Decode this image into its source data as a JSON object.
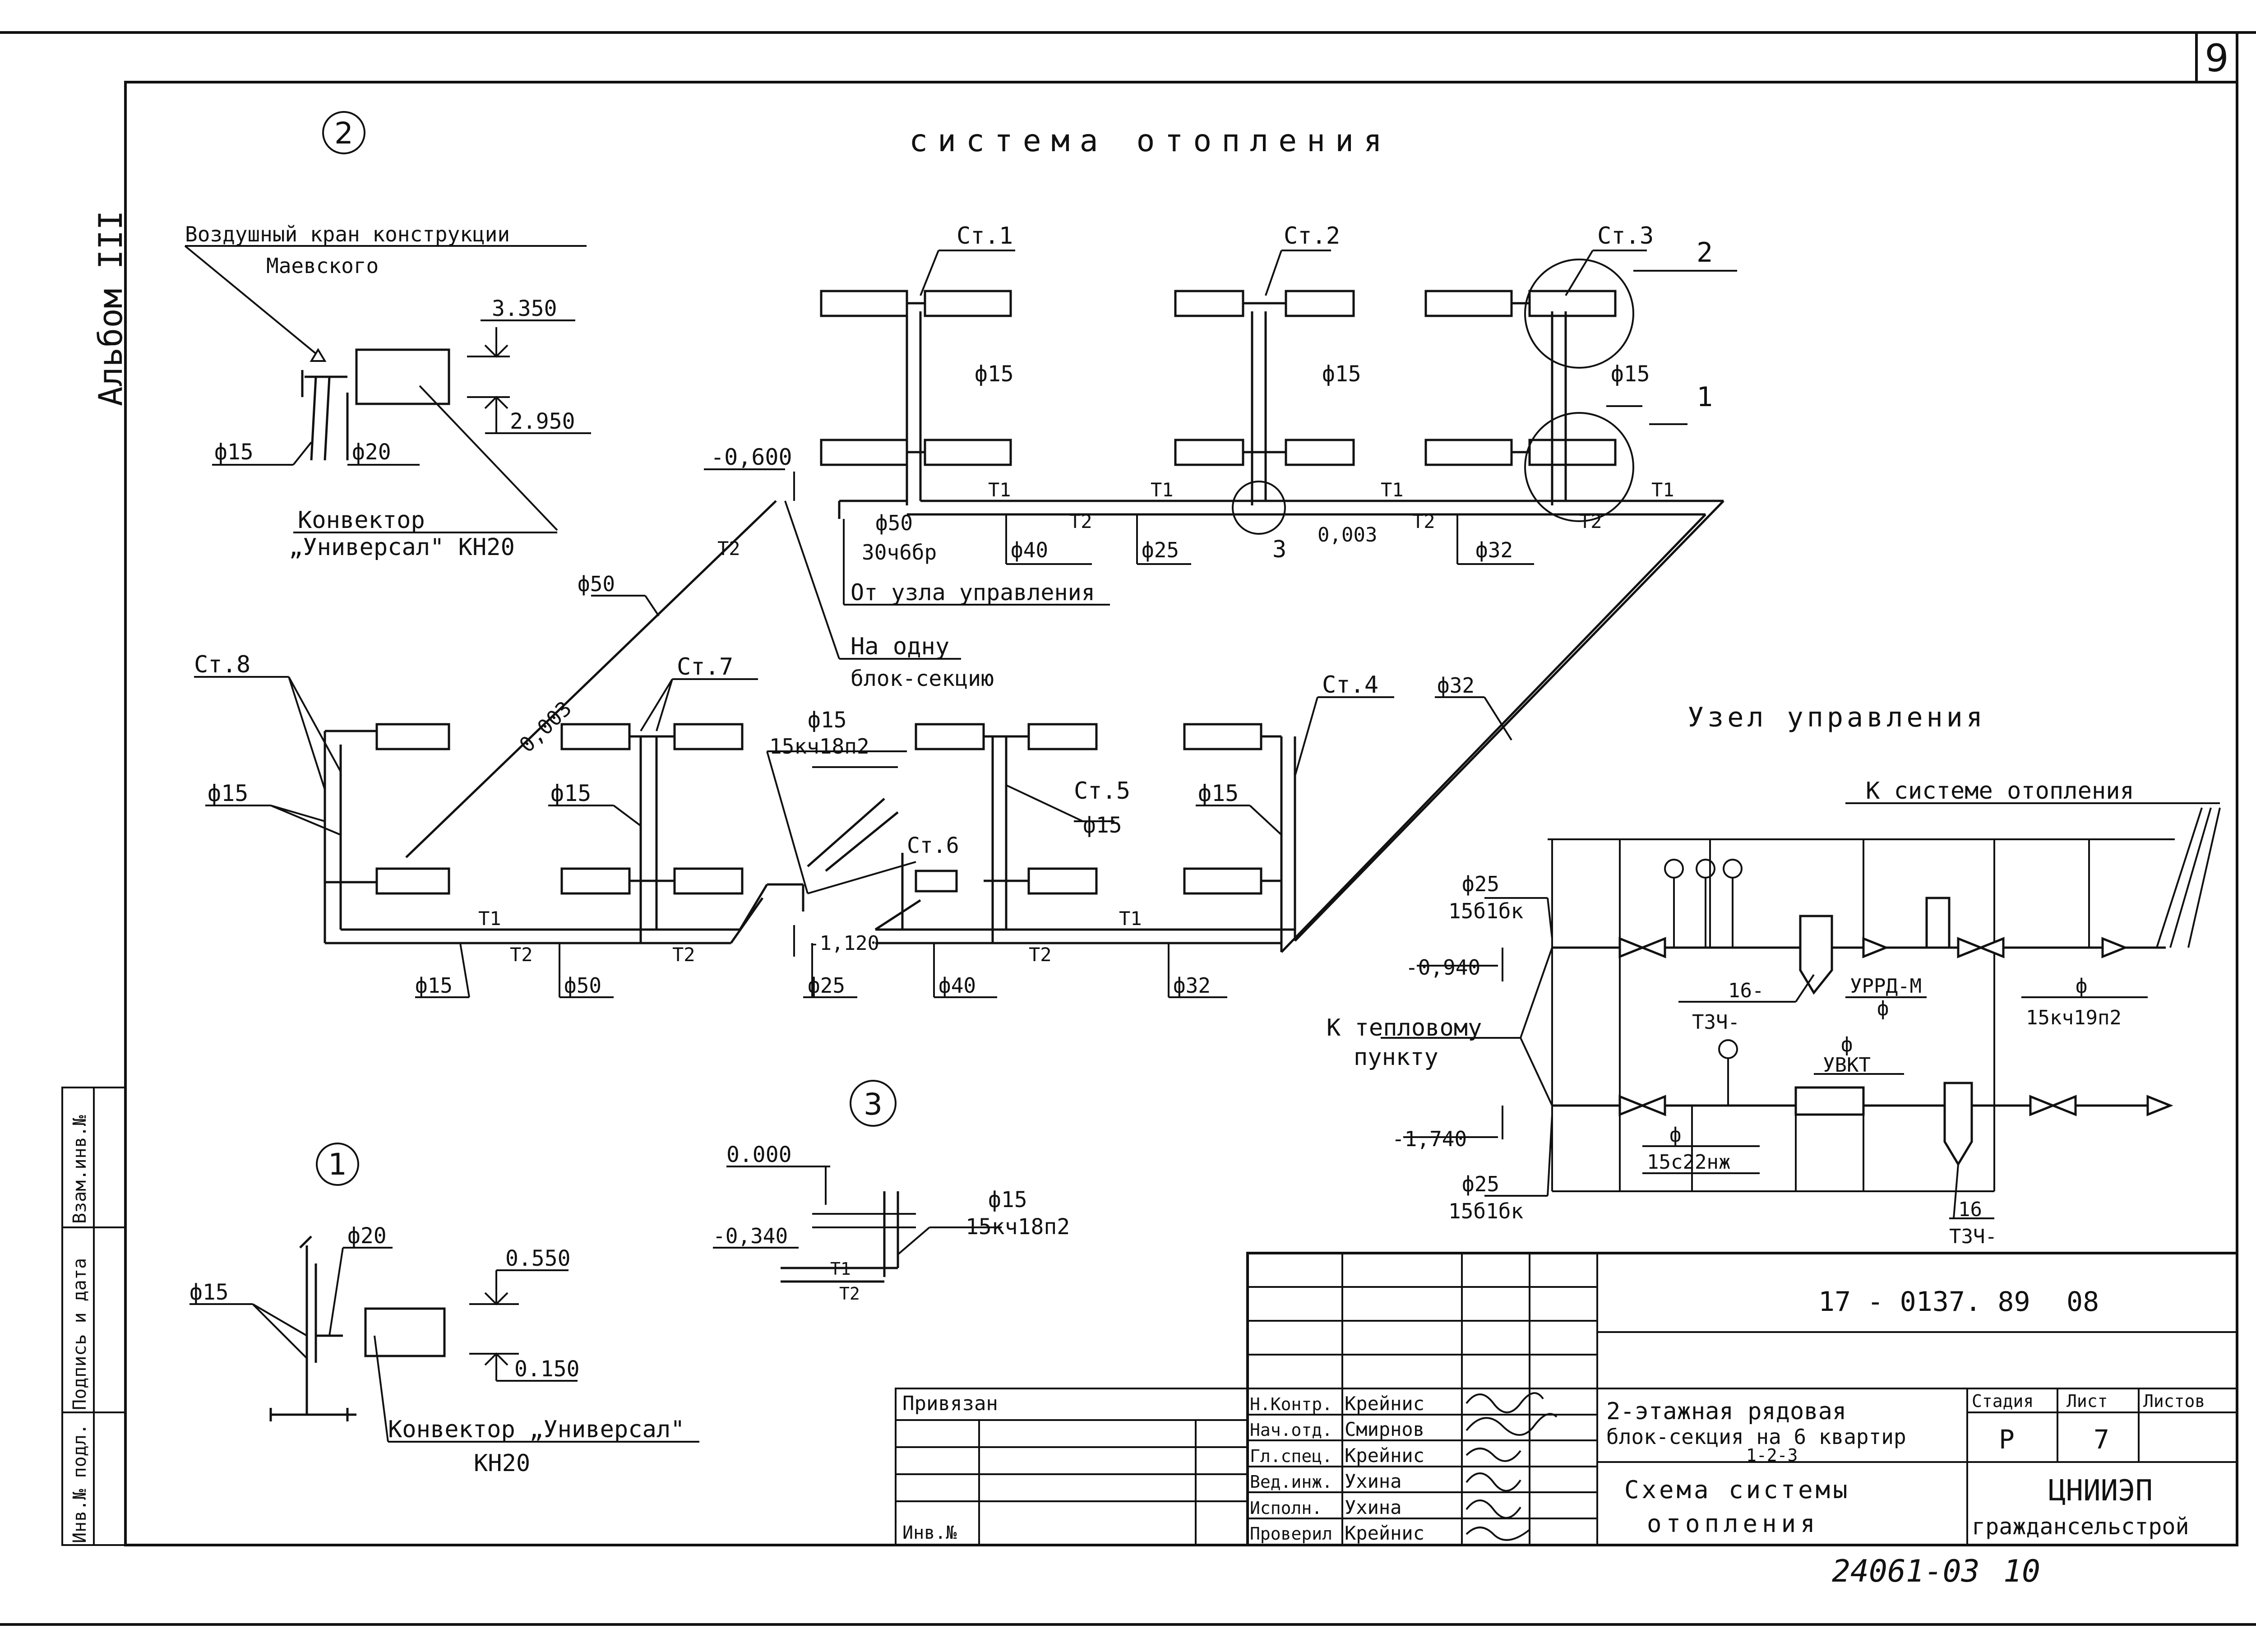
{
  "sheet": {
    "page_number": "9",
    "album": "Альбом III",
    "title": "система отопления",
    "doc_code": "17 - 0137. 89",
    "doc_suffix": "08",
    "archive_number": "24061-03",
    "archive_sheet": "10"
  },
  "detail2": {
    "callout": "2",
    "valve_label": "Воздушный кран конструкции",
    "valve_label_2": "Маевского",
    "elev_top": "3.350",
    "elev_bottom": "2.950",
    "pipe_a": "ф15",
    "pipe_b": "ф20",
    "conv_label": "Конвектор",
    "conv_model": "„Универсал\" КН20"
  },
  "detail1": {
    "callout": "1",
    "pipe_a": "ф15",
    "pipe_b": "ф20",
    "elev_top": "0.550",
    "elev_bottom": "0.150",
    "conv_label": "Конвектор „Универсал\"",
    "conv_model": "КН20"
  },
  "detail3": {
    "callout": "3",
    "elev_a": "0.000",
    "elev_b": "-0,340",
    "pipe": "ф15",
    "valve": "15кч18п2",
    "t1": "Т1",
    "t2": "Т2"
  },
  "upper": {
    "risers": [
      "Ст.1",
      "Ст.2",
      "Ст.3"
    ],
    "d15": "ф15",
    "elev": "-0,600",
    "d50": "ф50",
    "valve": "30ч6бр",
    "d40": "ф40",
    "d25": "ф25",
    "d32": "ф32",
    "slope": "0,003",
    "t1": "Т1",
    "t2": "Т2",
    "callout_3": "3",
    "callout_2": "2",
    "callout_1": "1",
    "from_unit": "От узла управления",
    "one_block": "На одну",
    "one_block_2": "блок-секцию"
  },
  "lower": {
    "risers": [
      "Ст.8",
      "Ст.7",
      "Ст.6",
      "Ст.5",
      "Ст.4"
    ],
    "d15": "ф15",
    "d50": "ф50",
    "d25": "ф25",
    "d40": "ф40",
    "d32": "ф32",
    "valve": "15кч18п2",
    "elev": "-1,120",
    "slope": "0,003",
    "t1": "Т1",
    "t2": "Т2"
  },
  "control_unit": {
    "title": "Узел управления",
    "to_system": "К системе отопления",
    "to_heat_point": "К тепловому",
    "to_heat_point_2": "пункту",
    "d25": "ф25",
    "valve_15b1bk": "15б1бк",
    "elev_upper": "-0,940",
    "elev_lower": "-1,740",
    "tz": "ТЗЧ-",
    "n16": "16-",
    "n16b": "16",
    "urrd": "УРРД-М",
    "phi": "ф",
    "valve_15kch19": "15кч19п2",
    "uvkt": "УВКТ",
    "valve_15s22": "15с22нж"
  },
  "stamp": {
    "bound": "Привязан",
    "inv": "Инв.№",
    "roles": [
      {
        "role": "Н.Контр.",
        "name": "Крейнис"
      },
      {
        "role": "Нач.отд.",
        "name": "Смирнов"
      },
      {
        "role": "Гл.спец.",
        "name": "Крейнис"
      },
      {
        "role": "Вед.инж.",
        "name": "Ухина"
      },
      {
        "role": "Исполн.",
        "name": "Ухина"
      },
      {
        "role": "Проверил",
        "name": "Крейнис"
      }
    ],
    "project_title": "2-этажная рядовая",
    "project_title_2": "блок-секция на 6 квартир",
    "project_variant": "1-2-3",
    "sheet_title": "Схема системы",
    "sheet_title_2": "отопления",
    "stage_label": "Стадия",
    "sheet_label": "Лист",
    "sheets_label": "Листов",
    "stage": "Р",
    "sheet": "7",
    "org": "ЦНИИЭП",
    "org_2": "граждансельстрой"
  },
  "side_stamp": [
    "Инв.№ подл.",
    "Подпись и дата",
    "Взам.инв.№"
  ]
}
